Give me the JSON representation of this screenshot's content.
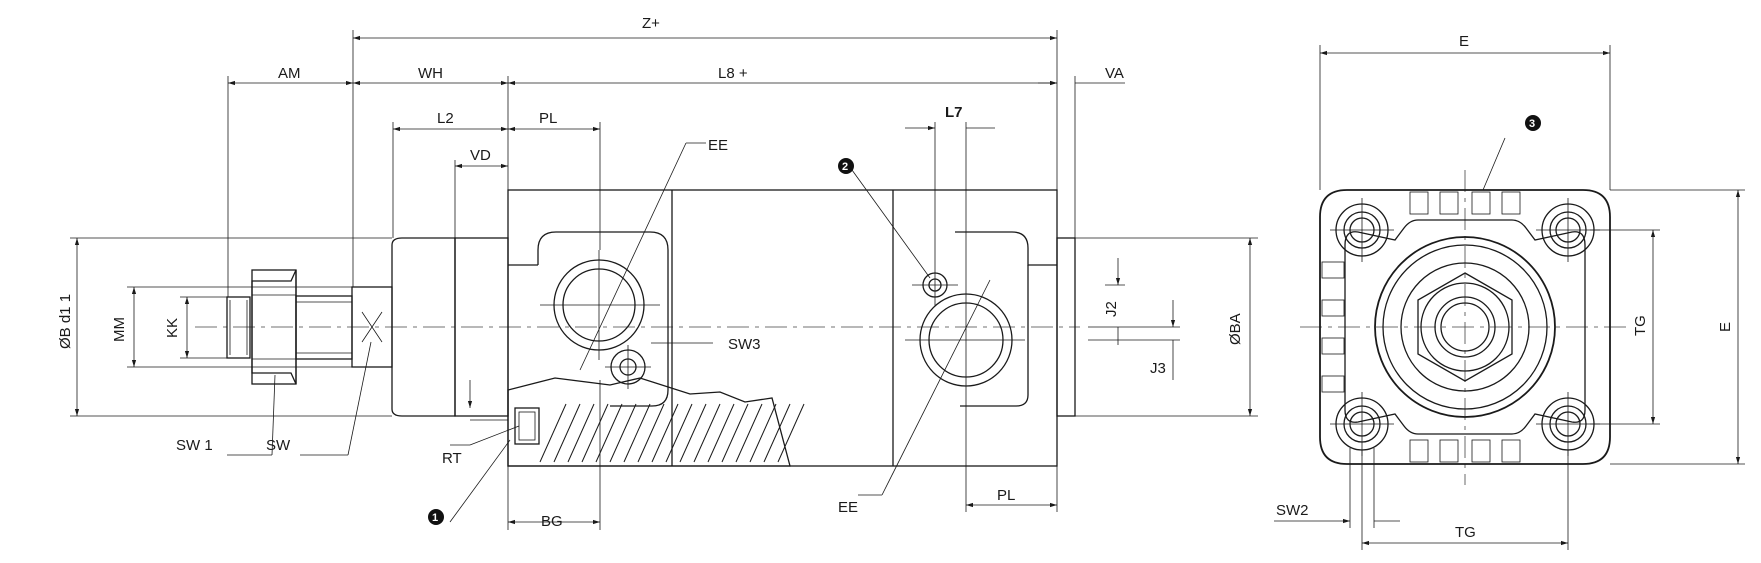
{
  "dimensions": {
    "z_plus": "Z+",
    "am": "AM",
    "wh": "WH",
    "l8_plus": "L8 +",
    "va": "VA",
    "l2": "L2",
    "pl_top": "PL",
    "vd": "VD",
    "ee_top": "EE",
    "l7": "L7",
    "b_d11": "ØB d1 1",
    "mm": "MM",
    "kk": "KK",
    "sw3": "SW3",
    "j2": "J2",
    "j3": "J3",
    "ba": "ØBA",
    "sw1": "SW 1",
    "sw": "SW",
    "rt": "RT",
    "bg": "BG",
    "ee_bottom": "EE",
    "pl_bottom": "PL",
    "e_top": "E",
    "tg_right": "TG",
    "e_right": "E",
    "sw2": "SW2",
    "tg_bottom": "TG"
  },
  "markers": {
    "m1": "1",
    "m2": "2",
    "m3": "3"
  }
}
